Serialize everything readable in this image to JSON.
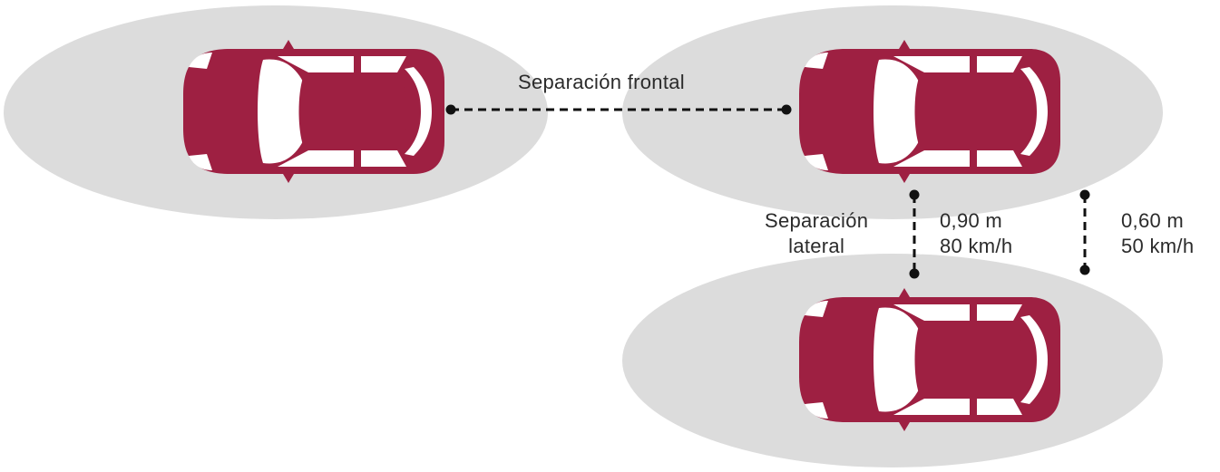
{
  "colors": {
    "car_body": "#9e2042",
    "halo": "#dcdcdc",
    "glass": "#ffffff",
    "line": "#111111",
    "text": "#2b2b2b"
  },
  "icons": [
    "car-top-view-icon"
  ],
  "labels": {
    "frontal": "Separación frontal",
    "lateral_line1": "Separación",
    "lateral_line2": "lateral",
    "speed_high_distance": "0,90 m",
    "speed_high_speed": "80 km/h",
    "speed_low_distance": "0,60 m",
    "speed_low_speed": "50 km/h"
  }
}
